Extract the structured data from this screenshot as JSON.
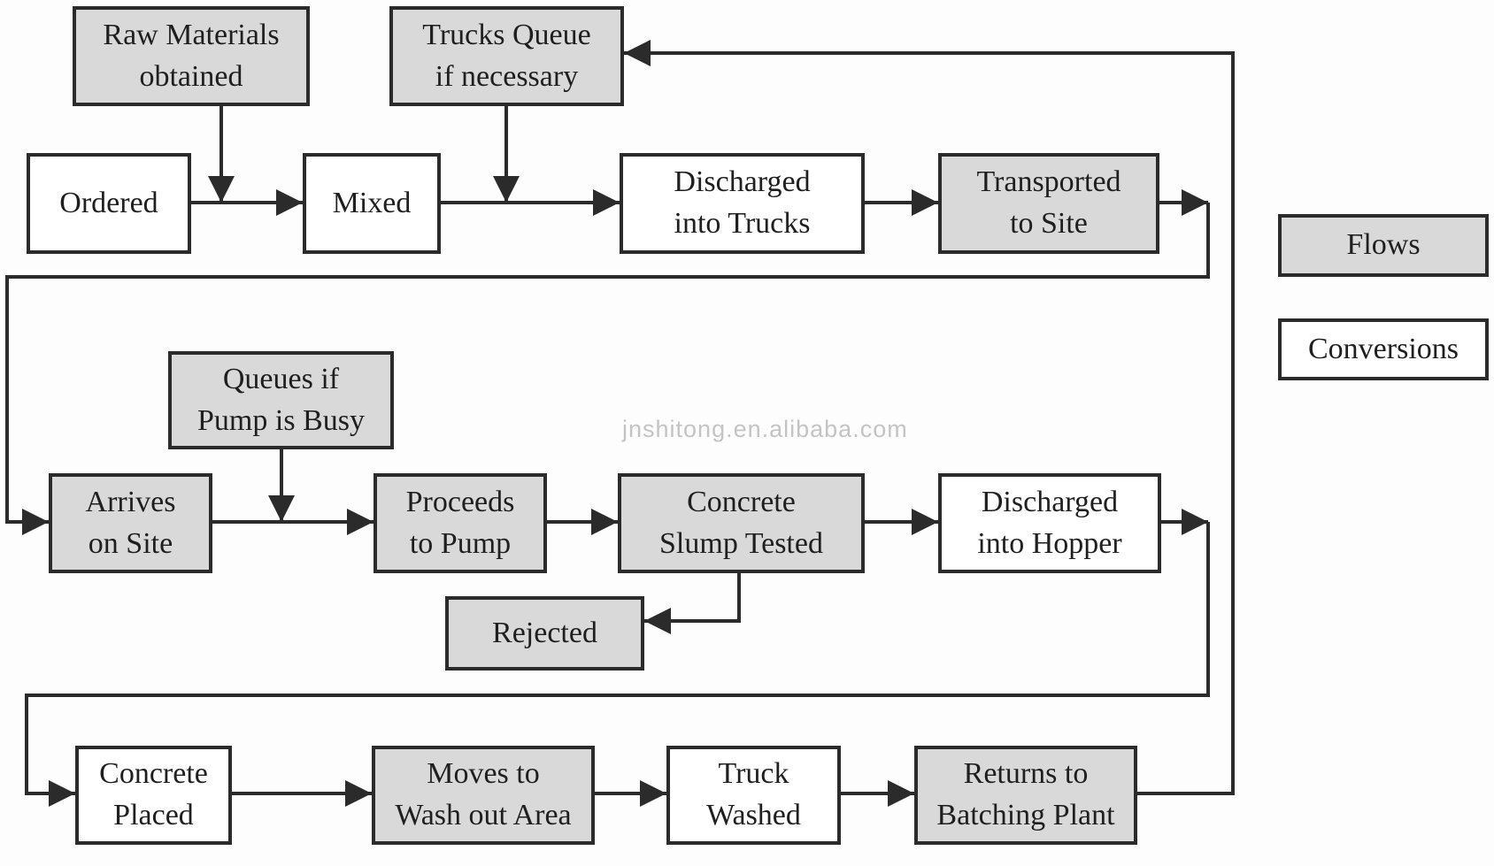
{
  "diagram": {
    "watermark": "jnshitong.en.alibaba.com",
    "colors": {
      "flow_fill": "#d9d9d9",
      "conversion_fill": "#ffffff",
      "line": "#2b2b2b",
      "watermark_text": "#c4c4c4"
    },
    "legend": {
      "flows_label": "Flows",
      "conversions_label": "Conversions"
    },
    "nodes": {
      "raw_materials": {
        "label": "Raw Materials\nobtained",
        "type": "flow"
      },
      "trucks_queue": {
        "label": "Trucks Queue\nif necessary",
        "type": "flow"
      },
      "ordered": {
        "label": "Ordered",
        "type": "conversion"
      },
      "mixed": {
        "label": "Mixed",
        "type": "conversion"
      },
      "discharged_trucks": {
        "label": "Discharged\ninto Trucks",
        "type": "conversion"
      },
      "transported_site": {
        "label": "Transported\nto Site",
        "type": "flow"
      },
      "queues_pump": {
        "label": "Queues if\nPump is Busy",
        "type": "flow"
      },
      "arrives_site": {
        "label": "Arrives\non Site",
        "type": "flow"
      },
      "proceeds_pump": {
        "label": "Proceeds\nto Pump",
        "type": "flow"
      },
      "concrete_slump": {
        "label": "Concrete\nSlump Tested",
        "type": "flow"
      },
      "discharged_hopper": {
        "label": "Discharged\ninto Hopper",
        "type": "conversion"
      },
      "rejected": {
        "label": "Rejected",
        "type": "flow"
      },
      "concrete_placed": {
        "label": "Concrete\nPlaced",
        "type": "conversion"
      },
      "moves_wash": {
        "label": "Moves to\nWash out Area",
        "type": "flow"
      },
      "truck_washed": {
        "label": "Truck\nWashed",
        "type": "conversion"
      },
      "returns_batching": {
        "label": "Returns to\nBatching Plant",
        "type": "flow"
      }
    },
    "edges": [
      {
        "from": "raw_materials",
        "to": "ordered_mixed_link"
      },
      {
        "from": "ordered",
        "to": "mixed"
      },
      {
        "from": "trucks_queue",
        "to": "mixed_discharged_link"
      },
      {
        "from": "mixed",
        "to": "discharged_trucks"
      },
      {
        "from": "discharged_trucks",
        "to": "transported_site"
      },
      {
        "from": "transported_site",
        "to": "arrives_site"
      },
      {
        "from": "queues_pump",
        "to": "arrives_proceeds_link"
      },
      {
        "from": "arrives_site",
        "to": "proceeds_pump"
      },
      {
        "from": "proceeds_pump",
        "to": "concrete_slump"
      },
      {
        "from": "concrete_slump",
        "to": "discharged_hopper"
      },
      {
        "from": "concrete_slump",
        "to": "rejected"
      },
      {
        "from": "discharged_hopper",
        "to": "concrete_placed"
      },
      {
        "from": "concrete_placed",
        "to": "moves_wash"
      },
      {
        "from": "moves_wash",
        "to": "truck_washed"
      },
      {
        "from": "truck_washed",
        "to": "returns_batching"
      },
      {
        "from": "returns_batching",
        "to": "trucks_queue"
      }
    ]
  }
}
